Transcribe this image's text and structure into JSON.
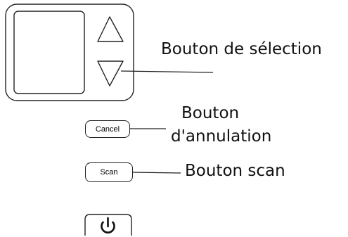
{
  "labels": {
    "selection": "Bouton de sélection",
    "cancel_line1": "Bouton",
    "cancel_line2": "d'annulation",
    "scan": "Bouton scan"
  },
  "buttons": {
    "cancel": "Cancel",
    "scan": "Scan"
  },
  "icons": {
    "up": "triangle-up-icon",
    "down": "triangle-down-icon",
    "power": "power-icon"
  }
}
